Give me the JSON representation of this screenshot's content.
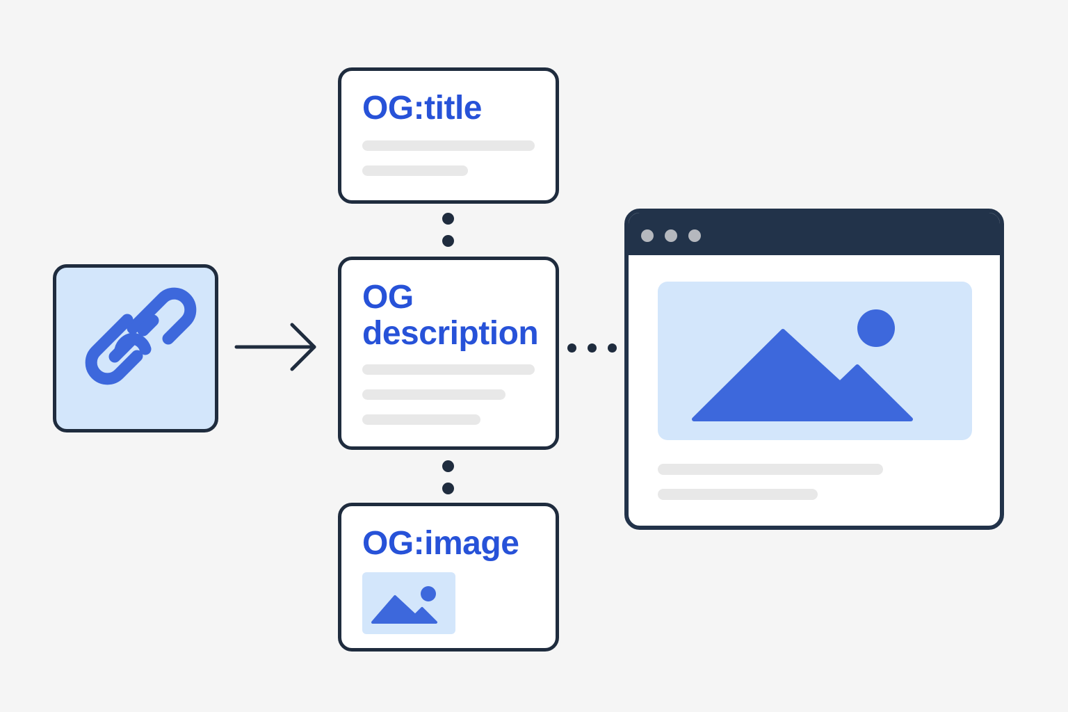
{
  "cards": {
    "title": {
      "label": "OG:title"
    },
    "description": {
      "label": "OG\ndescription"
    },
    "image": {
      "label": "OG:image"
    }
  },
  "colors": {
    "accent": "#2752d8",
    "icon_fill": "#3d68dc",
    "tile_fill": "#d3e6fb",
    "outline": "#1f2c3e",
    "placeholder_bar": "#e8e8e8",
    "background": "#f5f5f5"
  },
  "icons": {
    "link": "link-icon",
    "arrow": "arrow-right-icon",
    "image": "image-icon",
    "browser": "browser-window-icon"
  }
}
